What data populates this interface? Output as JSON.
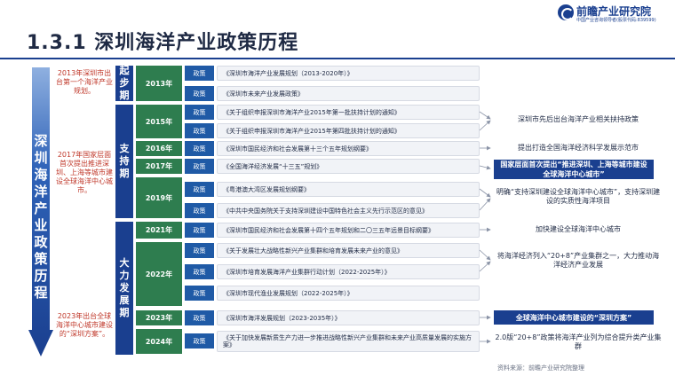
{
  "brand": {
    "name": "前瞻产业研究院",
    "sub": "中国产业咨询领导者(股票代码:839599)"
  },
  "title": "1.3.1  深圳海洋产业政策历程",
  "arrow_text": "深圳海洋产业政策历程",
  "notes": [
    "2013年深圳市出台第一个海洋产业规划。",
    "2017年国家层面首次提出推进深圳、上海等城市建设全球海洋中心城市。",
    "2023年出台全球海洋中心城市建设的“深圳方案”。"
  ],
  "phases": [
    "起步期",
    "支持期",
    "大力发展期"
  ],
  "tag_label": "政策",
  "years": [
    "2013年",
    "2015年",
    "2016年",
    "2017年",
    "2019年",
    "2021年",
    "2022年",
    "2023年",
    "2024年"
  ],
  "policies": [
    "《深圳市海洋产业发展规划（2013-2020年）》",
    "《深圳市未来产业发展政策》",
    "《关于组织申报深圳市海洋产业2015年第一批扶持计划的通知》",
    "《关于组织申报深圳市海洋产业2015年第四批扶持计划的通知》",
    "《深圳市国民经济和社会发展第十三个五年规划纲要》",
    "《全国海洋经济发展“十三五”规划》",
    "《粤港澳大湾区发展规划纲要》",
    "《中共中央国务院关于支持深圳建设中国特色社会主义先行示范区的意见》",
    "《深圳市国民经济和社会发展第十四个五年规划和二〇三五年远景目标纲要》",
    "《关于发展壮大战略性新兴产业集群和培育发展未来产业的意见》",
    "《深圳市培育发展海洋产业集群行动计划（2022-2025年）》",
    "《深圳市现代渔业发展规划（2022-2025年）》",
    "《深圳市海洋发展规划（2023-2035年）》",
    "《关于加快发展新质生产力进一步推进战略性新兴产业集群和未来产业高质量发展的实施方案》"
  ],
  "right": [
    {
      "text": "深圳市先后出台海洋产业相关扶持政策",
      "highlight": false
    },
    {
      "text": "提出打造全国海洋经济科学发展示范市",
      "highlight": false
    },
    {
      "text": "国家层面首次提出“推进深圳、上海等城市建设全球海洋中心城市”",
      "highlight": true
    },
    {
      "text": "明确“支持深圳建设全球海洋中心城市”，支持深圳建设的实质性海洋项目",
      "highlight": false
    },
    {
      "text": "加快建设全球海洋中心城市",
      "highlight": false
    },
    {
      "text": "将海洋经济列入“20+8”产业集群之一，大力推动海洋经济产业发展",
      "highlight": false
    },
    {
      "text": "全球海洋中心城市建设的“深圳方案”",
      "highlight": true
    },
    {
      "text": "2.0版“20+8”政策将海洋产业列为综合提升类产业集群",
      "highlight": false
    }
  ],
  "source": "资料来源：前瞻产业研究院整理",
  "colors": {
    "navy": "#1a3f8f",
    "green": "#2e7d4f",
    "tag": "#1f5aa6",
    "note": "#c0392b"
  }
}
